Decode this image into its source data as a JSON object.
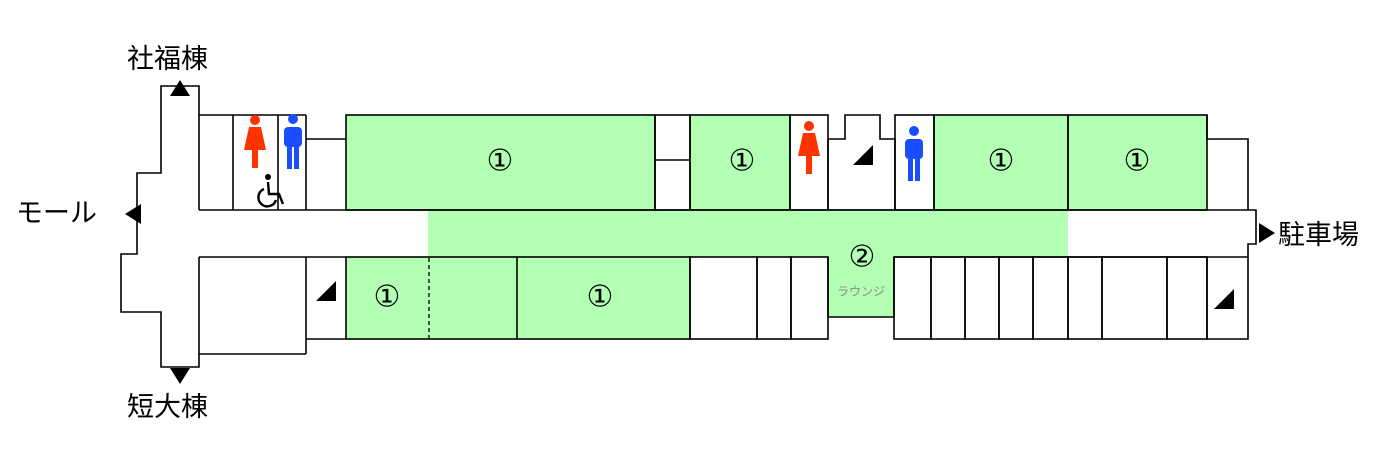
{
  "directions": {
    "north": "社福棟",
    "south": "短大棟",
    "west": "モール",
    "east": "駐車場"
  },
  "rooms": {
    "room_marker_1": "①",
    "room_marker_2": "②",
    "lounge": "ラウンジ"
  },
  "colors": {
    "room_fill": "#b3ffb3",
    "wall": "#000000",
    "female_icon": "#ff3300",
    "male_icon": "#1a4dff"
  },
  "icons": [
    "female-restroom-icon",
    "male-restroom-icon",
    "accessible-restroom-icon",
    "stairs-icon",
    "direction-arrow-icon"
  ]
}
